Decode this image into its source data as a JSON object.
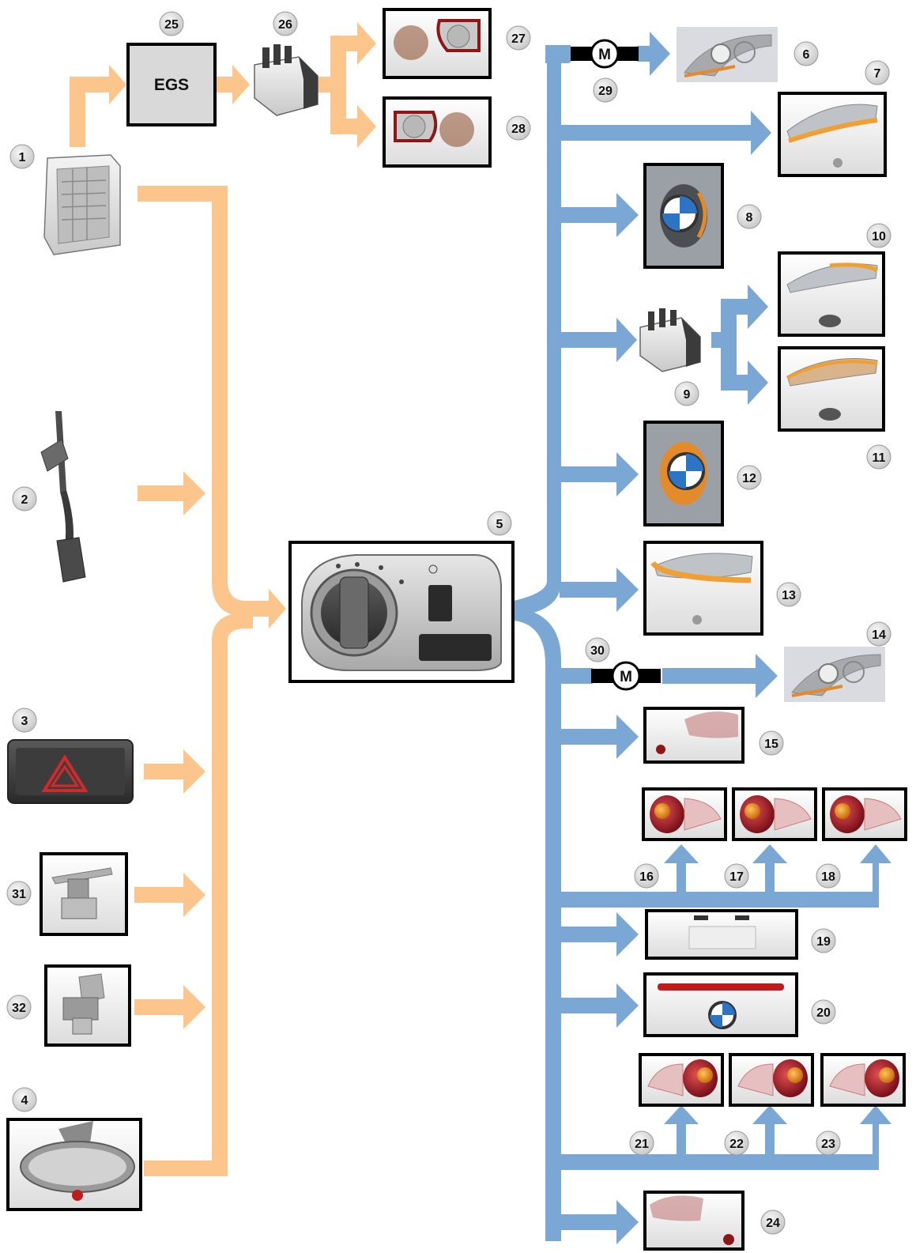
{
  "colors": {
    "input_arrow": "#fbc58c",
    "output_arrow": "#7aa7d4",
    "box_border": "#000000",
    "badge_fill": "#e4e4e4",
    "egs_fill": "#d9d9d9"
  },
  "egs": {
    "label": "EGS"
  },
  "motor": {
    "label": "M"
  },
  "badges": [
    "1",
    "2",
    "3",
    "4",
    "5",
    "6",
    "7",
    "8",
    "9",
    "10",
    "11",
    "12",
    "13",
    "14",
    "15",
    "16",
    "17",
    "18",
    "19",
    "20",
    "21",
    "22",
    "23",
    "24",
    "25",
    "26",
    "27",
    "28",
    "29",
    "30",
    "31",
    "32"
  ],
  "components": [
    {
      "id": "1",
      "icon": "junction-box-icon"
    },
    {
      "id": "2",
      "icon": "clutch-pedal-icon"
    },
    {
      "id": "3",
      "icon": "hazard-switch-icon"
    },
    {
      "id": "4",
      "icon": "rear-view-mirror-icon"
    },
    {
      "id": "5",
      "icon": "light-switch-unit-icon"
    },
    {
      "id": "6",
      "icon": "headlight-icon"
    },
    {
      "id": "7",
      "icon": "headlight-turn-signal-icon"
    },
    {
      "id": "8",
      "icon": "side-repeater-icon"
    },
    {
      "id": "9",
      "icon": "relay-icon"
    },
    {
      "id": "10",
      "icon": "headlight-icon"
    },
    {
      "id": "11",
      "icon": "headlight-icon"
    },
    {
      "id": "12",
      "icon": "side-repeater-icon"
    },
    {
      "id": "13",
      "icon": "headlight-turn-signal-icon"
    },
    {
      "id": "14",
      "icon": "headlight-icon"
    },
    {
      "id": "15",
      "icon": "rear-light-icon"
    },
    {
      "id": "16",
      "icon": "tail-light-icon"
    },
    {
      "id": "17",
      "icon": "tail-light-icon"
    },
    {
      "id": "18",
      "icon": "tail-light-icon"
    },
    {
      "id": "19",
      "icon": "license-plate-light-icon"
    },
    {
      "id": "20",
      "icon": "third-brake-light-icon"
    },
    {
      "id": "21",
      "icon": "tail-light-icon"
    },
    {
      "id": "22",
      "icon": "tail-light-icon"
    },
    {
      "id": "23",
      "icon": "tail-light-icon"
    },
    {
      "id": "24",
      "icon": "rear-light-icon"
    },
    {
      "id": "25",
      "icon": "egs-control-unit-icon"
    },
    {
      "id": "26",
      "icon": "relay-icon"
    },
    {
      "id": "27",
      "icon": "reversing-light-icon"
    },
    {
      "id": "28",
      "icon": "reversing-light-icon"
    },
    {
      "id": "29",
      "icon": "motor-icon"
    },
    {
      "id": "30",
      "icon": "motor-icon"
    },
    {
      "id": "31",
      "icon": "level-sensor-icon"
    },
    {
      "id": "32",
      "icon": "level-sensor-icon"
    }
  ]
}
